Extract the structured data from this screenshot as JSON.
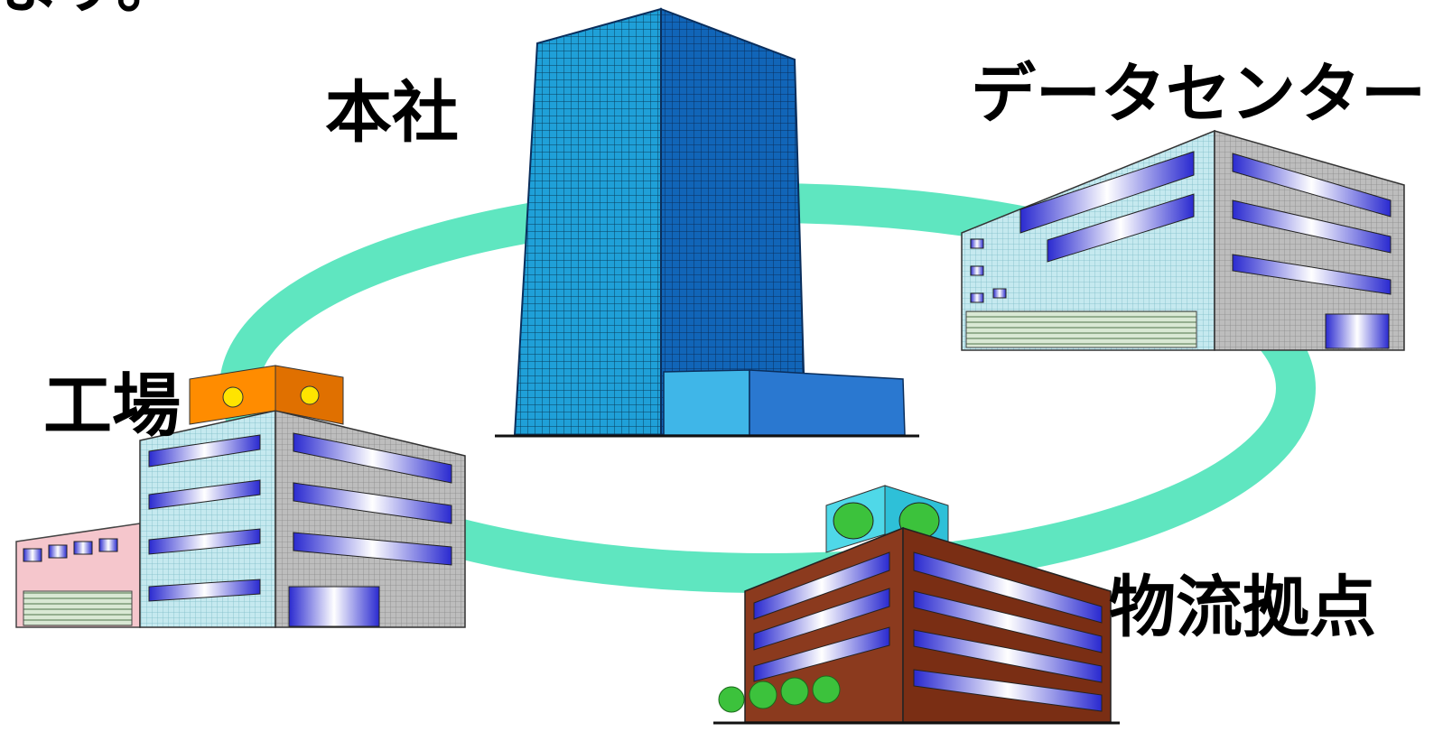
{
  "page": {
    "top_text": "ます。"
  },
  "labels": {
    "headquarters": "本社",
    "data_center": "データセンター",
    "factory": "工場",
    "logistics_hub": "物流拠点"
  },
  "colors": {
    "ring": "#5fe6c0",
    "tower_light": "#1fa0d8",
    "tower_dark": "#1165b8",
    "building_light": "#bfe6ec",
    "building_gray": "#b4b4b4",
    "factory_annex": "#f5c6cc",
    "factory_sign": "#ff8c00",
    "logistics_brick": "#8b3a1e",
    "logistics_sign": "#4fd8e8",
    "window_blue": "#3a3ad8",
    "tree_green": "#3cc23c"
  },
  "icons": [
    "ring-connector",
    "tower-icon",
    "data-center-icon",
    "factory-icon",
    "logistics-building-icon",
    "sun-icon",
    "smiley-icon",
    "tree-icon"
  ]
}
